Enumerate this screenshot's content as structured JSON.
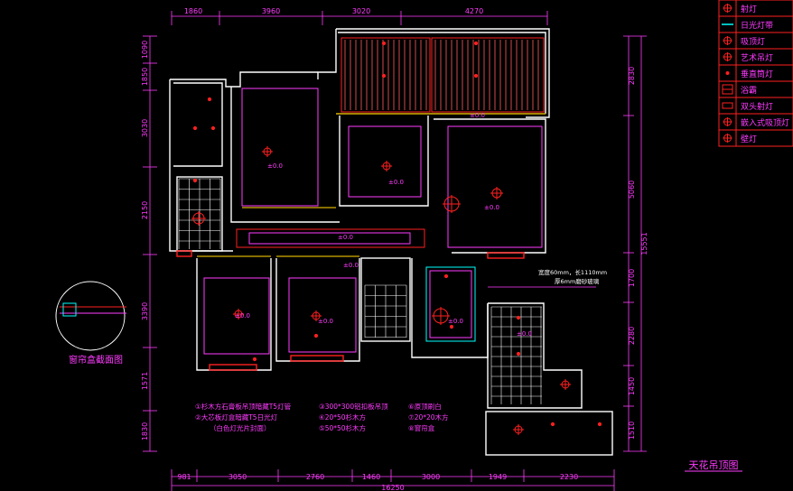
{
  "dims_top": [
    "1860",
    "3960",
    "3020",
    "4270"
  ],
  "dims_bottom": [
    "981",
    "3050",
    "2760",
    "1460",
    "3000",
    "1949",
    "2230"
  ],
  "total_bottom": "16250",
  "dims_left": [
    "1090",
    "1850",
    "3030",
    "2150",
    "3390",
    "1571",
    "1830"
  ],
  "dims_right": [
    "2830",
    "5060",
    "1700",
    "2280",
    "1450",
    "1510"
  ],
  "total_right": "15551",
  "legend": [
    {
      "label": "射灯",
      "icon": "spotlight-icon"
    },
    {
      "label": "日光灯带",
      "icon": "fluorescent-strip-icon"
    },
    {
      "label": "吸顶灯",
      "icon": "ceiling-light-icon"
    },
    {
      "label": "艺术吊灯",
      "icon": "art-chandelier-icon"
    },
    {
      "label": "垂直筒灯",
      "icon": "downlight-icon"
    },
    {
      "label": "浴霸",
      "icon": "bath-heater-icon"
    },
    {
      "label": "双头射灯",
      "icon": "double-spotlight-icon"
    },
    {
      "label": "嵌入式吸顶灯",
      "icon": "recessed-ceiling-light-icon"
    },
    {
      "label": "壁灯",
      "icon": "wall-lamp-icon"
    }
  ],
  "notes_left": [
    "①杉木方石膏板吊顶暗藏T5灯管",
    "②大芯板灯盒暗藏T5日光灯",
    "（白色灯光片封面）"
  ],
  "notes_mid": [
    "③300*300铝扣板吊顶",
    "④20*50杉木方",
    "⑤50*50杉木方"
  ],
  "notes_right": [
    "⑥原顶刷白",
    "⑦20*20木方",
    "⑧窗帘盒"
  ],
  "section_label": "窗帘盒截面图",
  "title": "天花吊顶图",
  "annotation": [
    "宽度60mm，长1110mm",
    "厚6mm磨砂玻璃"
  ],
  "room_height": "±0.0",
  "colors": {
    "background": "#000000",
    "annotation": "#ff3bff",
    "wall": "#ffffff",
    "ceiling": "#ff2020",
    "accent": "#00ffff",
    "gold": "#d8b000"
  }
}
